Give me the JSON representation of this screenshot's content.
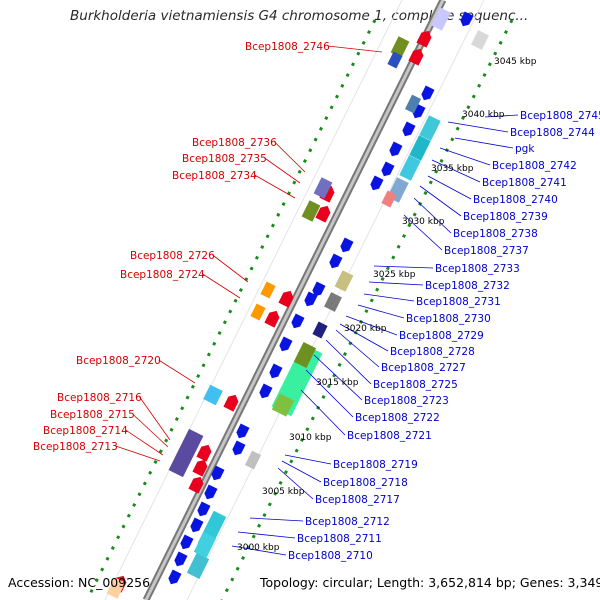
{
  "title": "Burkholderia vietnamiensis G4 chromosome 1, complete sequenc...",
  "footer": {
    "accession": "Accession: NC_009256",
    "topology": "Topology: circular; Length: 3,652,814 bp; Genes: 3,349"
  },
  "kbp_ticks": [
    "3045 kbp",
    "3040 kbp",
    "3035 kbp",
    "3030 kbp",
    "3025 kbp",
    "3020 kbp",
    "3015 kbp",
    "3010 kbp",
    "3005 kbp",
    "3000 kbp"
  ],
  "labels_left": [
    "Bcep1808_2746",
    "Bcep1808_2736",
    "Bcep1808_2735",
    "Bcep1808_2734",
    "Bcep1808_2726",
    "Bcep1808_2724",
    "Bcep1808_2720",
    "Bcep1808_2716",
    "Bcep1808_2715",
    "Bcep1808_2714",
    "Bcep1808_2713"
  ],
  "labels_right": [
    "Bcep1808_2745",
    "Bcep1808_2744",
    "pgk",
    "Bcep1808_2742",
    "Bcep1808_2741",
    "Bcep1808_2740",
    "Bcep1808_2739",
    "Bcep1808_2738",
    "Bcep1808_2737",
    "Bcep1808_2733",
    "Bcep1808_2732",
    "Bcep1808_2731",
    "Bcep1808_2730",
    "Bcep1808_2729",
    "Bcep1808_2728",
    "Bcep1808_2727",
    "Bcep1808_2725",
    "Bcep1808_2723",
    "Bcep1808_2722",
    "Bcep1808_2721",
    "Bcep1808_2719",
    "Bcep1808_2718",
    "Bcep1808_2717",
    "Bcep1808_2712",
    "Bcep1808_2711",
    "Bcep1808_2710"
  ],
  "colors": {
    "forward_label": "#d40000",
    "reverse_label": "#0000cc",
    "backbone": "#8a8a8a",
    "tick_dots": "#1a8a1a",
    "forward_gene": "#e8001c",
    "reverse_gene": "#0a14e0"
  }
}
